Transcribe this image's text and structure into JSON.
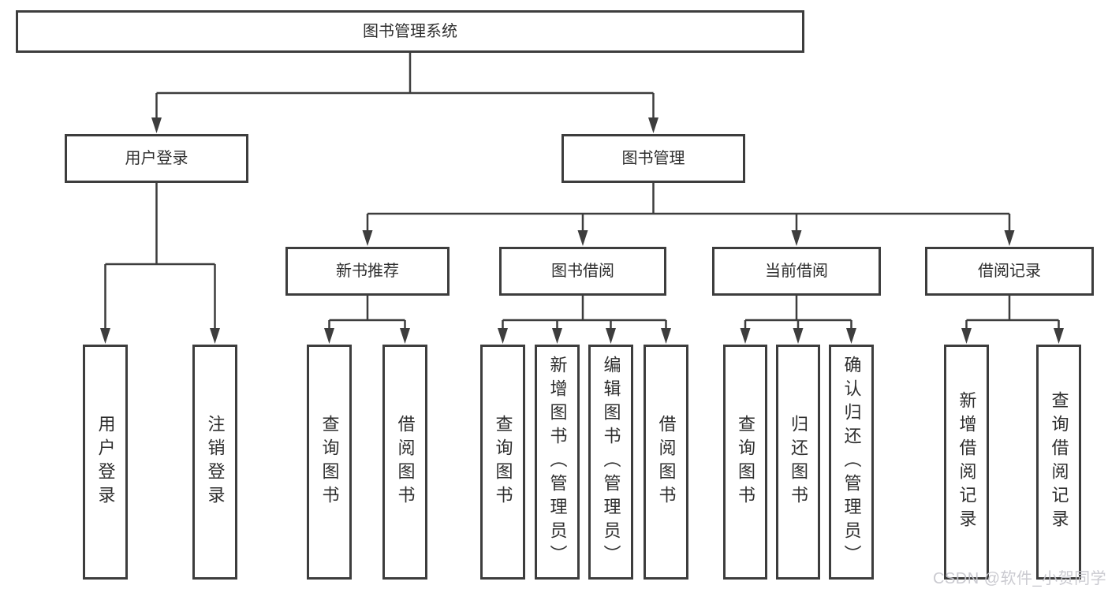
{
  "diagram": {
    "title": "图书管理系统",
    "level2": {
      "userLogin": {
        "label": "用户登录"
      },
      "bookManagement": {
        "label": "图书管理"
      }
    },
    "level3": {
      "newBookRecommend": {
        "label": "新书推荐"
      },
      "bookBorrow": {
        "label": "图书借阅"
      },
      "currentBorrow": {
        "label": "当前借阅"
      },
      "borrowRecords": {
        "label": "借阅记录"
      }
    },
    "level4": {
      "userLogin": [
        {
          "label": "用户登录"
        },
        {
          "label": "注销登录"
        }
      ],
      "newBookRecommend": [
        {
          "label": "查询图书"
        },
        {
          "label": "借阅图书"
        }
      ],
      "bookBorrow": [
        {
          "label": "查询图书"
        },
        {
          "label": "新增图书（管理员）"
        },
        {
          "label": "编辑图书（管理员）"
        },
        {
          "label": "借阅图书"
        }
      ],
      "currentBorrow": [
        {
          "label": "查询图书"
        },
        {
          "label": "归还图书"
        },
        {
          "label": "确认归还（管理员）"
        }
      ],
      "borrowRecords": [
        {
          "label": "新增借阅记录"
        },
        {
          "label": "查询借阅记录"
        }
      ]
    }
  },
  "watermark": {
    "text": "CSDN @软件_小贺同学"
  },
  "colors": {
    "line": "#3d3d3d",
    "text": "#2e2e2e",
    "background": "#ffffff",
    "watermark": "#c6c6cc"
  }
}
